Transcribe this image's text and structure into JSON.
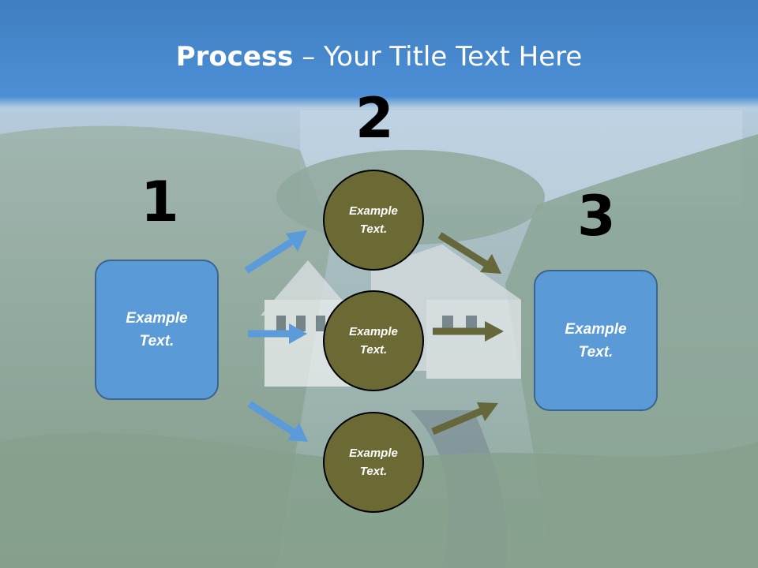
{
  "title": {
    "bold": "Process",
    "rest": " – Your Title Text Here"
  },
  "steps": {
    "step1": "1",
    "step2": "2",
    "step3": "3"
  },
  "left_box": "Example\nText.",
  "right_box": "Example\nText.",
  "circles": [
    "Example\nText.",
    "Example\nText.",
    "Example\nText."
  ],
  "colors": {
    "header": "#4a88cc",
    "box_fill": "#5a9ad6",
    "circle_fill": "#6b6a34",
    "blue_arrow": "#5b9bd9",
    "olive_arrow": "#66673a"
  },
  "background": "photo of half-timbered house by a stream surrounded by greenery"
}
